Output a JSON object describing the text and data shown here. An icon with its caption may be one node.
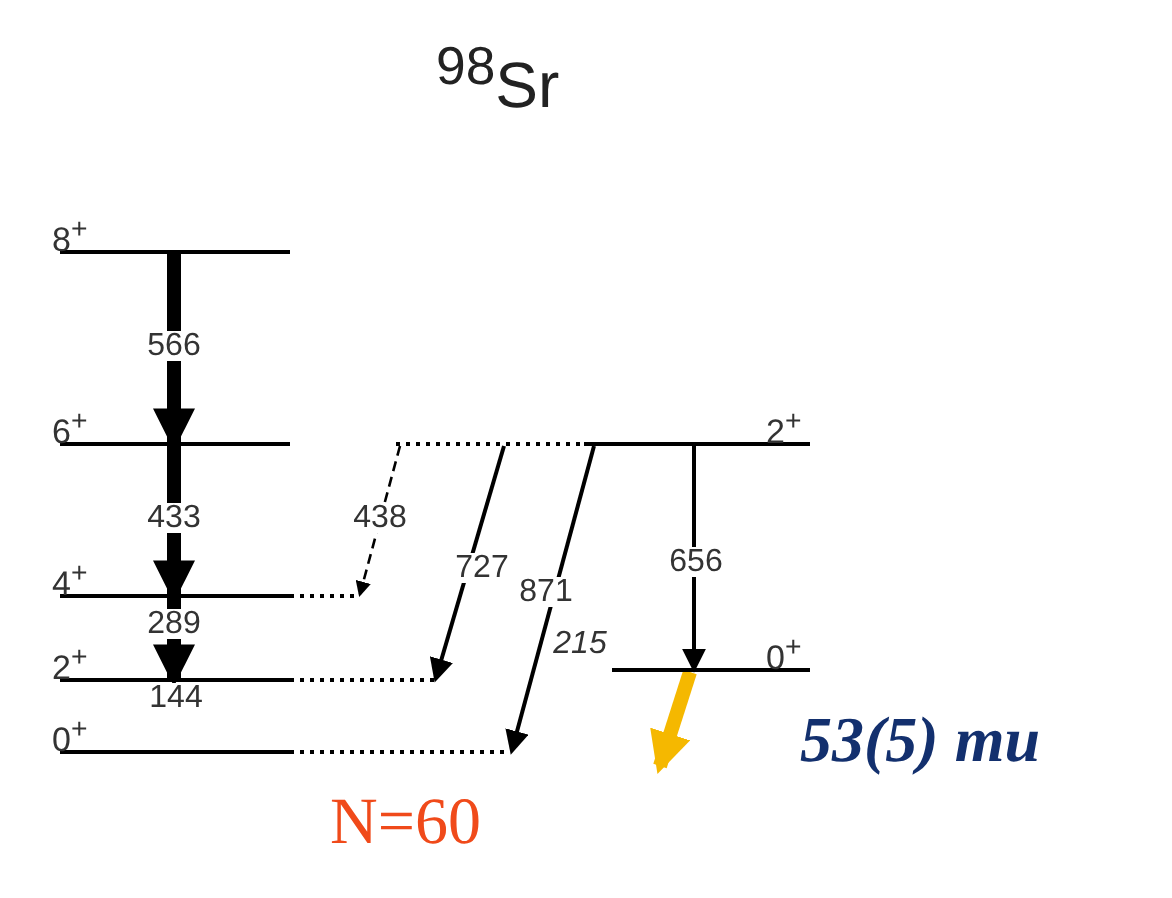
{
  "diagram": {
    "title": "$^{98}$Sr",
    "nodes": [
      {
        "text": [
          "8$^{+}$"
        ]
      },
      {
        "text": [
          "6$^{+}$"
        ]
      },
      {
        "text": [
          "4$^{+}$"
        ]
      },
      {
        "text": [
          "2$^{+}$"
        ],
        "beside": [
          "144"
        ]
      },
      {
        "text": [
          "0$^{+}$"
        ]
      },
      {
        "text": [
          "2$^{+}$"
        ]
      },
      {
        "text": [
          "0$^{+}$"
        ],
        "beside": [
          "215"
        ]
      }
    ],
    "edges": [
      {
        "from": 0,
        "to": 1,
        "arrow": "to",
        "label": "566",
        "style": "thick"
      },
      {
        "from": 1,
        "to": 2,
        "arrow": "to",
        "label": "433",
        "style": "thick"
      },
      {
        "from": 2,
        "to": 3,
        "arrow": "to",
        "label": "289",
        "style": "thick"
      },
      {
        "from": 5,
        "to": 2,
        "arrow": "to",
        "label": "438",
        "style": "dashed"
      },
      {
        "from": 5,
        "to": 3,
        "arrow": "to",
        "label": "727"
      },
      {
        "from": 5,
        "to": 4,
        "arrow": "to",
        "label": "871"
      },
      {
        "from": 5,
        "to": 6,
        "arrow": "to",
        "label": "656"
      },
      {
        "from": 6,
        "to": null,
        "arrow": "to",
        "style": "thick",
        "color": "#f5b800"
      }
    ],
    "labels": [
      "53(5) mu",
      "N=60"
    ]
  }
}
